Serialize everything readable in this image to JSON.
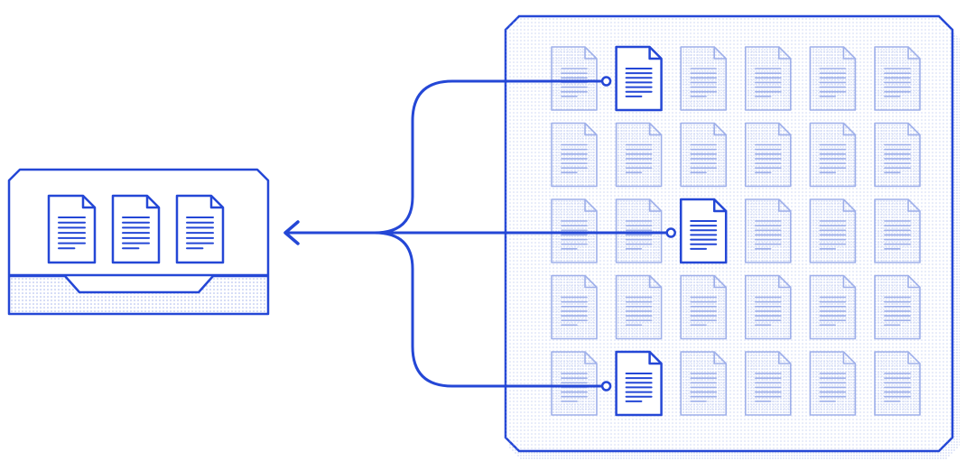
{
  "diagram": {
    "colors": {
      "accent": "#2447d6",
      "muted_stroke": "#9fb0ea",
      "muted_fill": "#eef1fc",
      "dot": "#9fb0ea",
      "background": "#ffffff"
    },
    "icons": {
      "document": "document-icon",
      "tray": "inbox-tray-icon",
      "arrow": "arrow-left-icon",
      "connector": "connector-dot-icon"
    },
    "grid": {
      "rows": 5,
      "cols": 6,
      "selected": [
        {
          "row": 0,
          "col": 1
        },
        {
          "row": 2,
          "col": 2
        },
        {
          "row": 4,
          "col": 1
        }
      ]
    },
    "tray": {
      "document_count": 3
    }
  }
}
